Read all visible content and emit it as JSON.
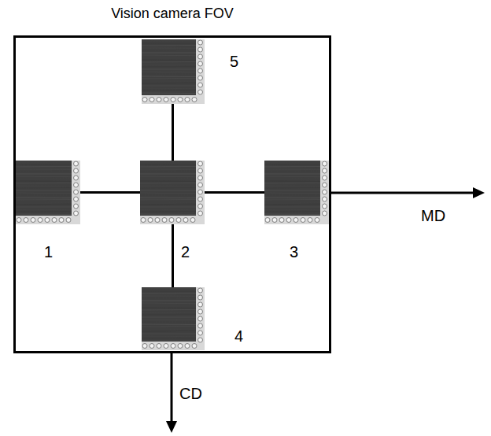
{
  "diagram": {
    "nodes": [
      {
        "text": [
          "Vision camera FOV"
        ]
      },
      {
        "text": [
          "5"
        ],
        "in": 0
      },
      {
        "text": [
          "1"
        ],
        "in": 0
      },
      {
        "text": [
          "2"
        ],
        "in": 0
      },
      {
        "text": [
          "3"
        ],
        "in": 0
      },
      {
        "text": [
          "4"
        ],
        "in": 0
      }
    ],
    "edges": [
      {
        "from": 3,
        "to": 1,
        "arrow": "none"
      },
      {
        "from": 3,
        "to": 2,
        "arrow": "none"
      },
      {
        "from": 3,
        "to": 4,
        "arrow": "none"
      },
      {
        "from": 3,
        "to": 5,
        "arrow": "none"
      }
    ],
    "labels": [
      "MD",
      "CD"
    ]
  }
}
